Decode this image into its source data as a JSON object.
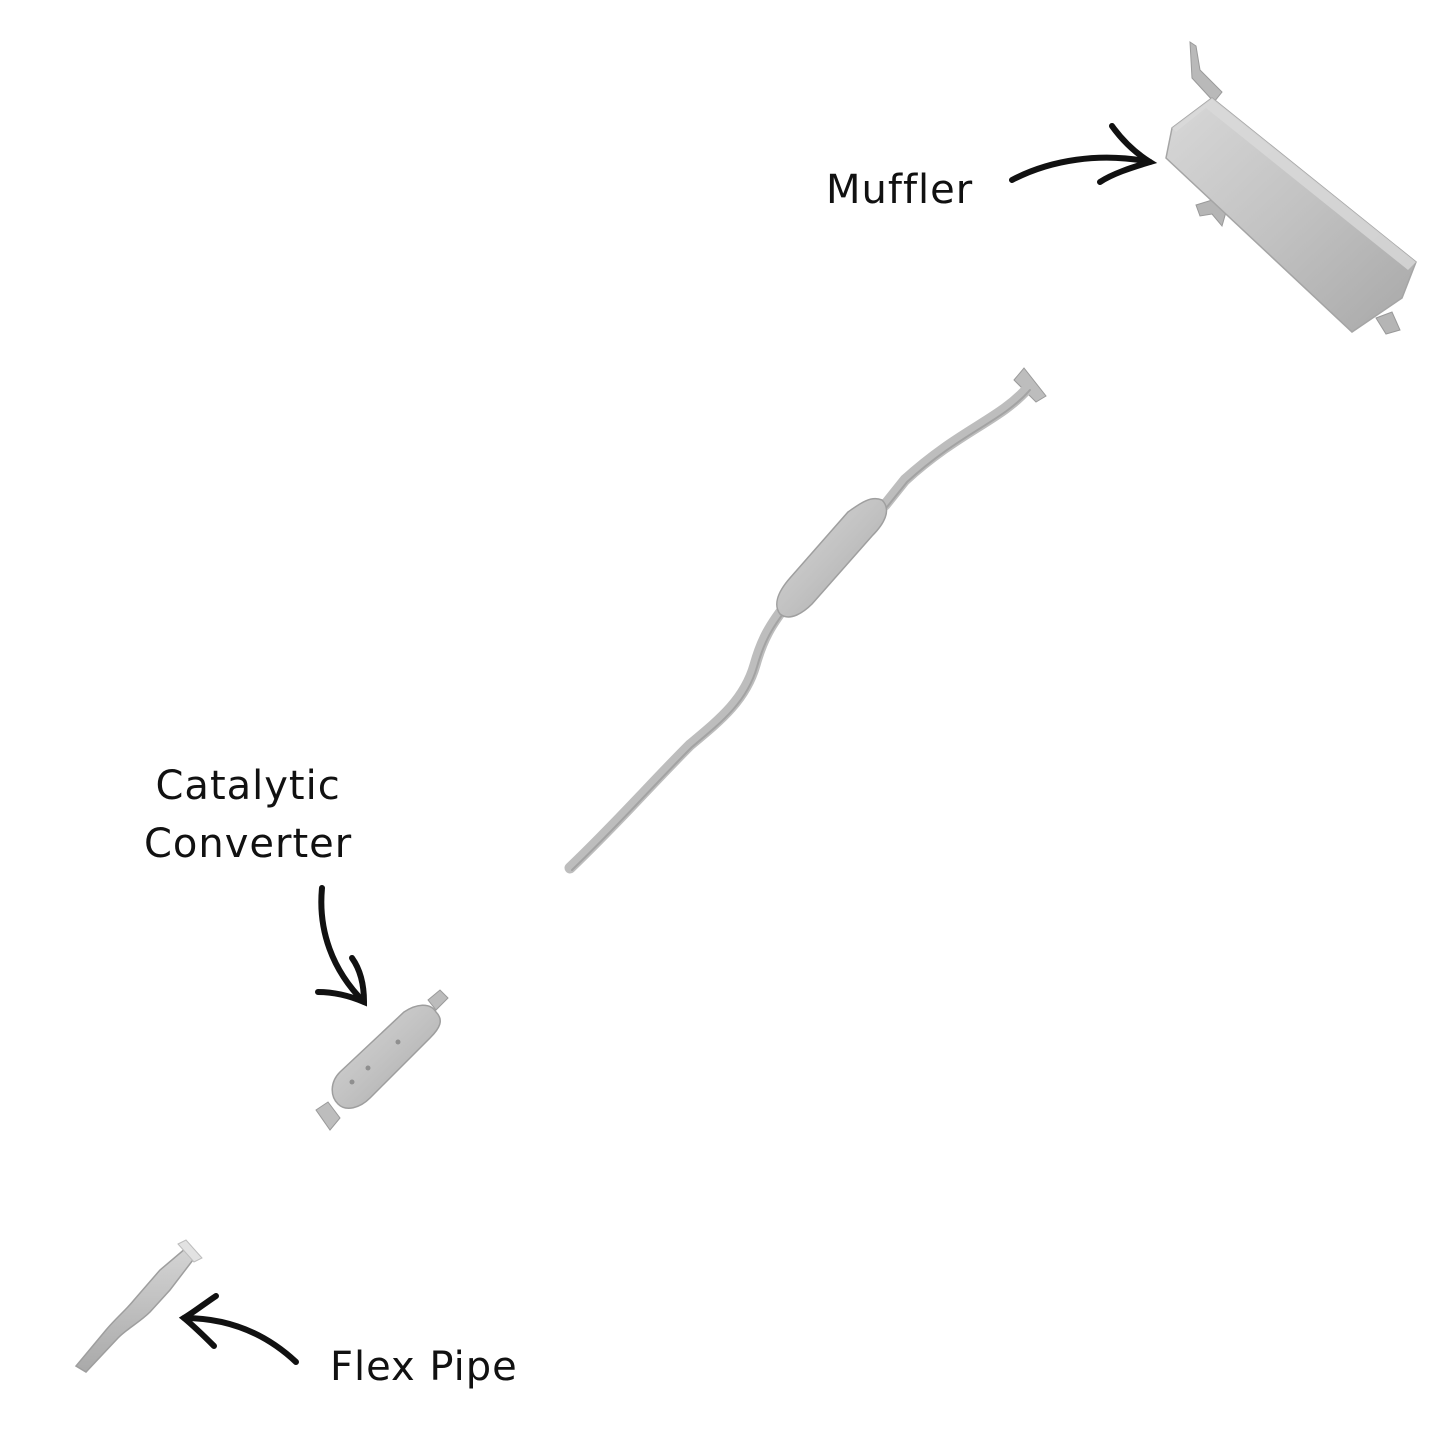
{
  "labels": {
    "muffler": "Muffler",
    "catalytic_converter_line1": "Catalytic",
    "catalytic_converter_line2": "Converter",
    "flex_pipe": "Flex Pipe"
  },
  "colors": {
    "background": "#ffffff",
    "part_fill": "#c3c3c3",
    "part_shade": "#9e9e9e",
    "part_highlight": "#dcdcdc",
    "arrow": "#111111",
    "text": "#111111"
  }
}
